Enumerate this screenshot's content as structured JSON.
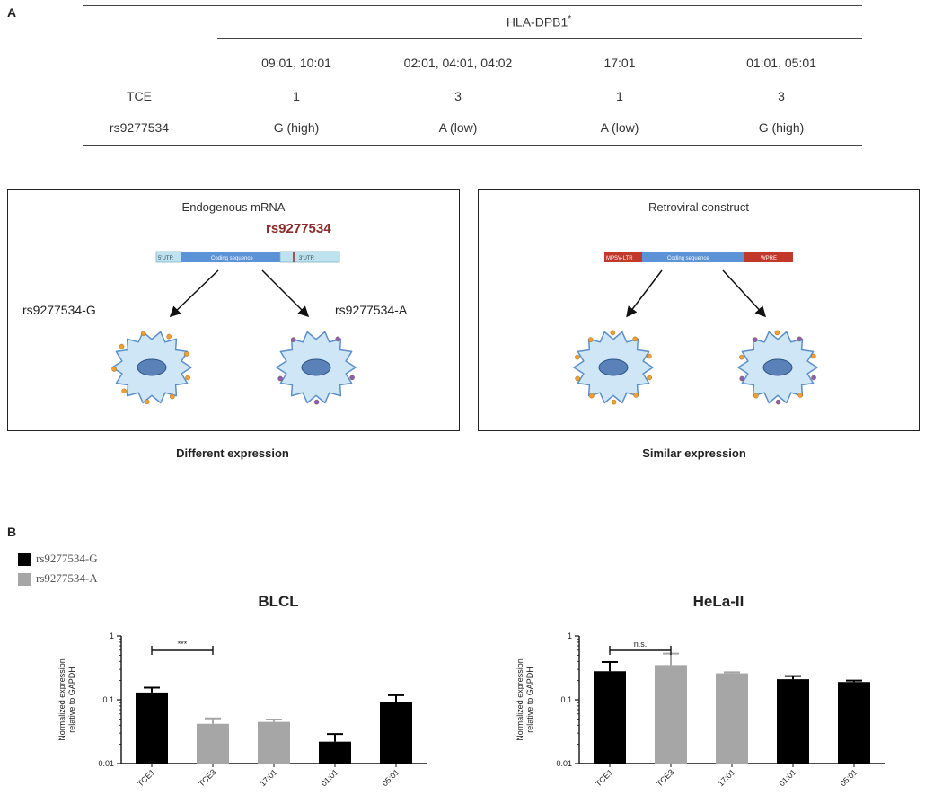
{
  "panel_a": {
    "letter": "A",
    "table": {
      "group_header": "HLA-DPB1",
      "group_header_mark": "*",
      "columns": [
        "09:01, 10:01",
        "02:01, 04:01, 04:02",
        "17:01",
        "01:01, 05:01"
      ],
      "rows": [
        {
          "label": "TCE",
          "cells": [
            "1",
            "3",
            "1",
            "3"
          ]
        },
        {
          "label": "rs9277534",
          "cells": [
            "G (high)",
            "A (low)",
            "A (low)",
            "G (high)"
          ]
        }
      ]
    },
    "left_box": {
      "title": "Endogenous mRNA",
      "snp": "rs9277534",
      "segments": [
        "5'UTR",
        "Coding sequence",
        "3'UTR"
      ],
      "label_left": "rs9277534-G",
      "label_right": "rs9277534-A",
      "caption": "Different expression"
    },
    "right_box": {
      "title": "Retroviral construct",
      "segments": [
        "MPSV-LTR",
        "Coding sequence",
        "WPRE"
      ],
      "caption": "Similar expression"
    }
  },
  "panel_b": {
    "letter": "B",
    "legend": [
      {
        "label": "rs9277534-G",
        "color": "#000000"
      },
      {
        "label": "rs9277534-A",
        "color": "#a6a6a6"
      }
    ]
  },
  "colors": {
    "g_allele": "#000000",
    "a_allele": "#a6a6a6",
    "snp_red": "#8b2b2b",
    "mrna_blue": "#5b93d6",
    "utr_light": "#bfe3ee",
    "ltr_red": "#c0392b",
    "cell_fill": "#cfe6f7",
    "cell_stroke": "#5b8fc9",
    "nucleus": "#5a82b8"
  },
  "chart_data": [
    {
      "type": "bar",
      "title": "BLCL",
      "ylabel": "Normalized expression relative to GAPDH",
      "ylog": true,
      "ylim": [
        0.01,
        1
      ],
      "yticks": [
        "1",
        "0.1",
        "0.01"
      ],
      "categories": [
        "TCE1",
        "TCE3",
        "17:01",
        "01:01",
        "05:01"
      ],
      "values": [
        0.13,
        0.042,
        0.045,
        0.022,
        0.093
      ],
      "errors": [
        0.025,
        0.009,
        0.004,
        0.007,
        0.025
      ],
      "allele": [
        "G",
        "A",
        "A",
        "G",
        "G"
      ],
      "annotation": "***"
    },
    {
      "type": "bar",
      "title": "HeLa-II",
      "ylabel": "Normalized expression relative to GAPDH",
      "ylog": true,
      "ylim": [
        0.01,
        1
      ],
      "yticks": [
        "1",
        "0.1",
        "0.01"
      ],
      "categories": [
        "TCE1",
        "TCE3",
        "17:01",
        "01:01",
        "05:01"
      ],
      "values": [
        0.28,
        0.35,
        0.26,
        0.21,
        0.19
      ],
      "errors": [
        0.11,
        0.18,
        0.01,
        0.025,
        0.01
      ],
      "allele": [
        "G",
        "A",
        "A",
        "G",
        "G"
      ],
      "annotation": "n.s."
    }
  ]
}
